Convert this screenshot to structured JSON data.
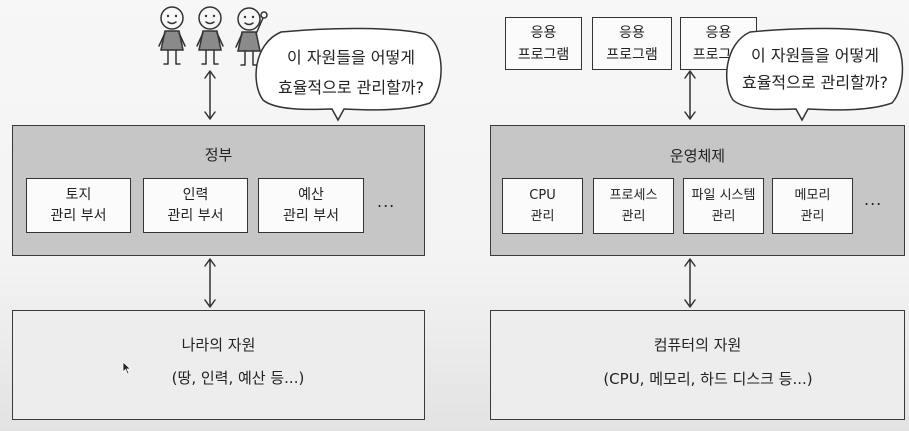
{
  "left": {
    "bubble": {
      "line1": "이 자원들을 어떻게",
      "line2": "효율적으로 관리할까?"
    },
    "main": {
      "title": "정부",
      "items": [
        {
          "line1": "토지",
          "line2": "관리 부서"
        },
        {
          "line1": "인력",
          "line2": "관리 부서"
        },
        {
          "line1": "예산",
          "line2": "관리 부서"
        }
      ],
      "more": "..."
    },
    "resources": {
      "title": "나라의 자원",
      "detail": "(땅, 인력, 예산 등...)"
    }
  },
  "right": {
    "apps": [
      {
        "line1": "응용",
        "line2": "프로그램"
      },
      {
        "line1": "응용",
        "line2": "프로그램"
      },
      {
        "line1": "응용",
        "line2": "프로그램"
      }
    ],
    "bubble": {
      "line1": "이 자원들을 어떻게",
      "line2": "효율적으로 관리할까?"
    },
    "main": {
      "title": "운영체제",
      "items": [
        {
          "line1": "CPU",
          "line2": "관리"
        },
        {
          "line1": "프로세스",
          "line2": "관리"
        },
        {
          "line1": "파일 시스템",
          "line2": "관리"
        },
        {
          "line1": "메모리",
          "line2": "관리"
        }
      ],
      "more": "..."
    },
    "resources": {
      "title": "컴퓨터의 자원",
      "detail": "(CPU, 메모리, 하드 디스크 등...)"
    }
  },
  "icons": {
    "person": "person-figure-icon",
    "arrow": "double-arrow-icon",
    "cursor": "mouse-cursor-icon"
  },
  "colors": {
    "panel_fill": "#c6c6c6",
    "box_fill": "#fbfbfb",
    "resource_fill": "#ededed",
    "stroke": "#333333",
    "figure_body": "#8a8a8a"
  }
}
